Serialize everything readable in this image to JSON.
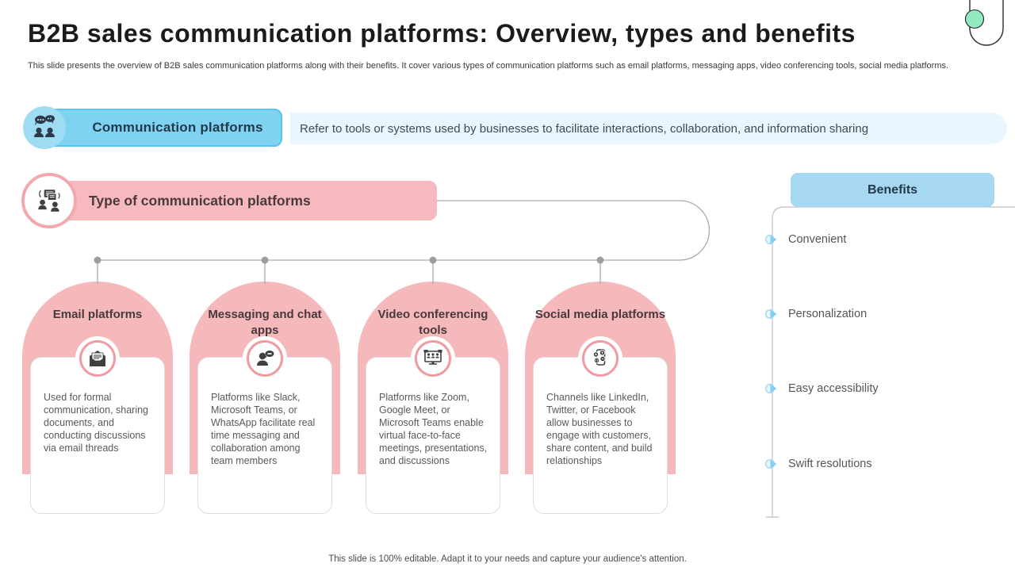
{
  "slide": {
    "title": "B2B sales communication platforms: Overview, types and benefits",
    "subtitle": "This slide presents the overview of B2B sales communication platforms along with their benefits. It cover various types of communication platforms such as email platforms, messaging apps, video conferencing tools, social media platforms.",
    "footer": "This slide is 100% editable. Adapt it to your needs and capture your audience's attention."
  },
  "definition": {
    "label": "Communication platforms",
    "text": "Refer to tools or systems used by businesses to facilitate interactions, collaboration, and information sharing",
    "icon": "people-chat-icon"
  },
  "types": {
    "heading": "Type of communication platforms",
    "icon": "meeting-discussion-icon",
    "cards": [
      {
        "title": "Email platforms",
        "icon": "open-envelope-icon",
        "description": "Used for formal communication, sharing documents, and conducting discussions via email threads"
      },
      {
        "title": "Messaging and chat apps",
        "icon": "person-chat-bubble-icon",
        "description": "Platforms like Slack, Microsoft Teams, or WhatsApp facilitate real time messaging and collaboration among team members"
      },
      {
        "title": "Video conferencing tools",
        "icon": "video-conference-screen-icon",
        "description": "Platforms like Zoom, Google Meet, or Microsoft Teams enable virtual face-to-face meetings, presentations, and discussions"
      },
      {
        "title": "Social media platforms",
        "icon": "social-media-phone-icon",
        "description": "Channels like LinkedIn, Twitter, or Facebook allow businesses to engage with customers, share content, and build relationships"
      }
    ]
  },
  "benefits": {
    "heading": "Benefits",
    "items": [
      "Convenient",
      "Personalization",
      "Easy accessibility",
      "Swift resolutions"
    ]
  },
  "colors": {
    "pink": "#f5b8bb",
    "pink_ring": "#ef9ba2",
    "blue_box": "#7fd3f1",
    "blue_box_border": "#55c5ec",
    "light_blue_strip": "#e9f6fd",
    "benefits_header_blue": "#a6d9f1",
    "bullet_blue": "#82cdf1",
    "mint_circle": "#93e9c0",
    "connector_gray": "#ababab",
    "title_text": "#1b1b1b",
    "body_text": "#595959"
  }
}
